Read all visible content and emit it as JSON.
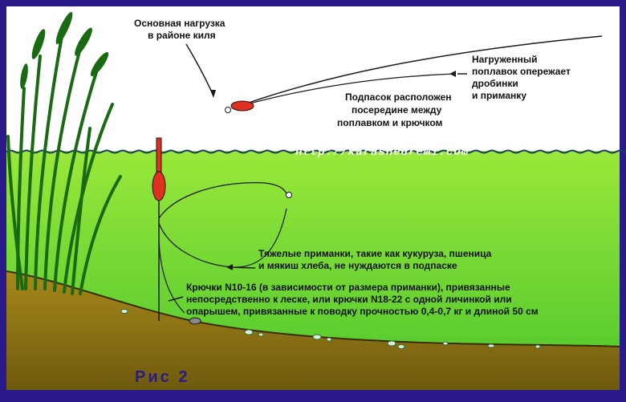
{
  "colors": {
    "frame": "#2a1a8a",
    "sky": "#ffffff",
    "water_top": "#9ae83a",
    "water_bottom": "#36b82a",
    "bottom_dark": "#6e5a0e",
    "bottom_light": "#a8881a",
    "reeds": "#1a6a14",
    "float_red": "#e03020",
    "line": "#1a1a1a"
  },
  "labels": {
    "keel_load": [
      "Основная нагрузка",
      "в районе киля"
    ],
    "loaded_float": [
      "Нагруженный",
      "поплавок опережает",
      "дробинки",
      "и приманку"
    ],
    "shot_middle": [
      "Подпасок расположен",
      "посередине между",
      "поплавком и крючком"
    ],
    "heavy_baits": [
      "Тяжелые приманки, такие как кукуруза, пшеница",
      "и мякиш хлеба, не нуждаются в подпаске"
    ],
    "hooks": [
      "Крючки N10-16 (в зависимости от размера приманки), привязанные",
      "непосредственно к леске, или крючки N18-22 с одной личинкой или",
      "опарышем, привязанные к поводку прочностью 0,4-0,7 кг и длиной 50 см"
    ]
  },
  "watermark": "http://karasnedremi.com",
  "figure_caption": "Рис 2"
}
